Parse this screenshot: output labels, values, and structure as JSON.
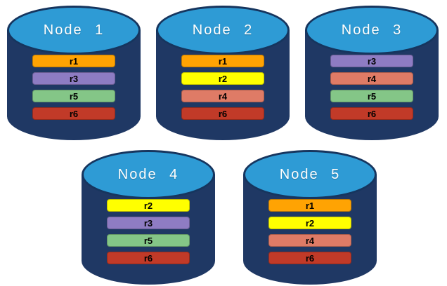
{
  "diagram": {
    "description": "Replica distribution across database nodes",
    "colors": {
      "cylinder_body": "#1F3864",
      "cylinder_top": "#2E9BD5",
      "cylinder_top_border": "#16355E",
      "node_label_text": "#FFFFFF",
      "bar_label_text": "#000000"
    },
    "replica_colors": {
      "r1": "#FFA303",
      "r2": "#FFFF00",
      "r3": "#8E7CC3",
      "r4": "#DF7B66",
      "r5": "#84C687",
      "r6": "#C13A28"
    },
    "nodes": [
      {
        "label": "Node 1",
        "replicas": [
          "r1",
          "r3",
          "r5",
          "r6"
        ]
      },
      {
        "label": "Node 2",
        "replicas": [
          "r1",
          "r2",
          "r4",
          "r6"
        ]
      },
      {
        "label": "Node 3",
        "replicas": [
          "r3",
          "r4",
          "r5",
          "r6"
        ]
      },
      {
        "label": "Node 4",
        "replicas": [
          "r2",
          "r3",
          "r5",
          "r6"
        ]
      },
      {
        "label": "Node 5",
        "replicas": [
          "r1",
          "r2",
          "r4",
          "r6"
        ]
      }
    ]
  }
}
